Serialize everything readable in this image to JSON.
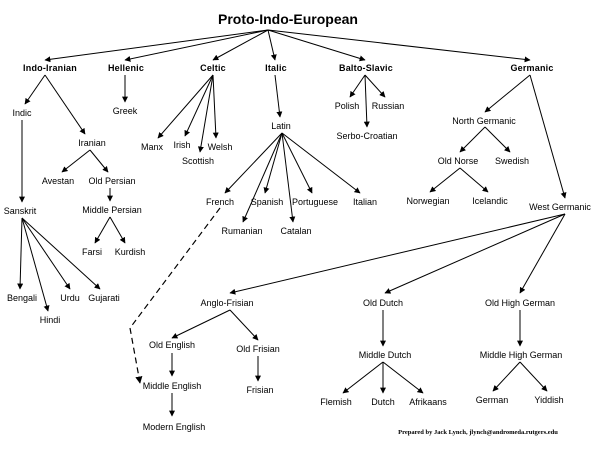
{
  "title": "Proto-Indo-European",
  "families": {
    "indo_iranian": "Indo-Iranian",
    "hellenic": "Hellenic",
    "celtic": "Celtic",
    "italic": "Italic",
    "balto_slavic": "Balto-Slavic",
    "germanic": "Germanic"
  },
  "languages": {
    "indic": "Indic",
    "iranian": "Iranian",
    "avestan": "Avestan",
    "old_persian": "Old Persian",
    "middle_persian": "Middle Persian",
    "farsi": "Farsi",
    "kurdish": "Kurdish",
    "sanskrit": "Sanskrit",
    "bengali": "Bengali",
    "hindi": "Hindi",
    "urdu": "Urdu",
    "gujarati": "Gujarati",
    "greek": "Greek",
    "manx": "Manx",
    "irish": "Irish",
    "welsh": "Welsh",
    "scottish": "Scottish",
    "latin": "Latin",
    "french": "French",
    "spanish": "Spanish",
    "portuguese": "Portuguese",
    "italian": "Italian",
    "rumanian": "Rumanian",
    "catalan": "Catalan",
    "polish": "Polish",
    "russian": "Russian",
    "serbo_croatian": "Serbo-Croatian",
    "north_germanic": "North Germanic",
    "old_norse": "Old Norse",
    "swedish": "Swedish",
    "norwegian": "Norwegian",
    "icelandic": "Icelandic",
    "west_germanic": "West Germanic",
    "anglo_frisian": "Anglo-Frisian",
    "old_english": "Old English",
    "old_frisian": "Old Frisian",
    "middle_english": "Middle English",
    "modern_english": "Modern English",
    "frisian": "Frisian",
    "old_dutch": "Old Dutch",
    "middle_dutch": "Middle Dutch",
    "flemish": "Flemish",
    "dutch": "Dutch",
    "afrikaans": "Afrikaans",
    "old_high_german": "Old High German",
    "middle_high_german": "Middle High German",
    "german": "German",
    "yiddish": "Yiddish"
  },
  "credit": "Prepared by Jack Lynch, jlynch@andromeda.rutgers.edu"
}
